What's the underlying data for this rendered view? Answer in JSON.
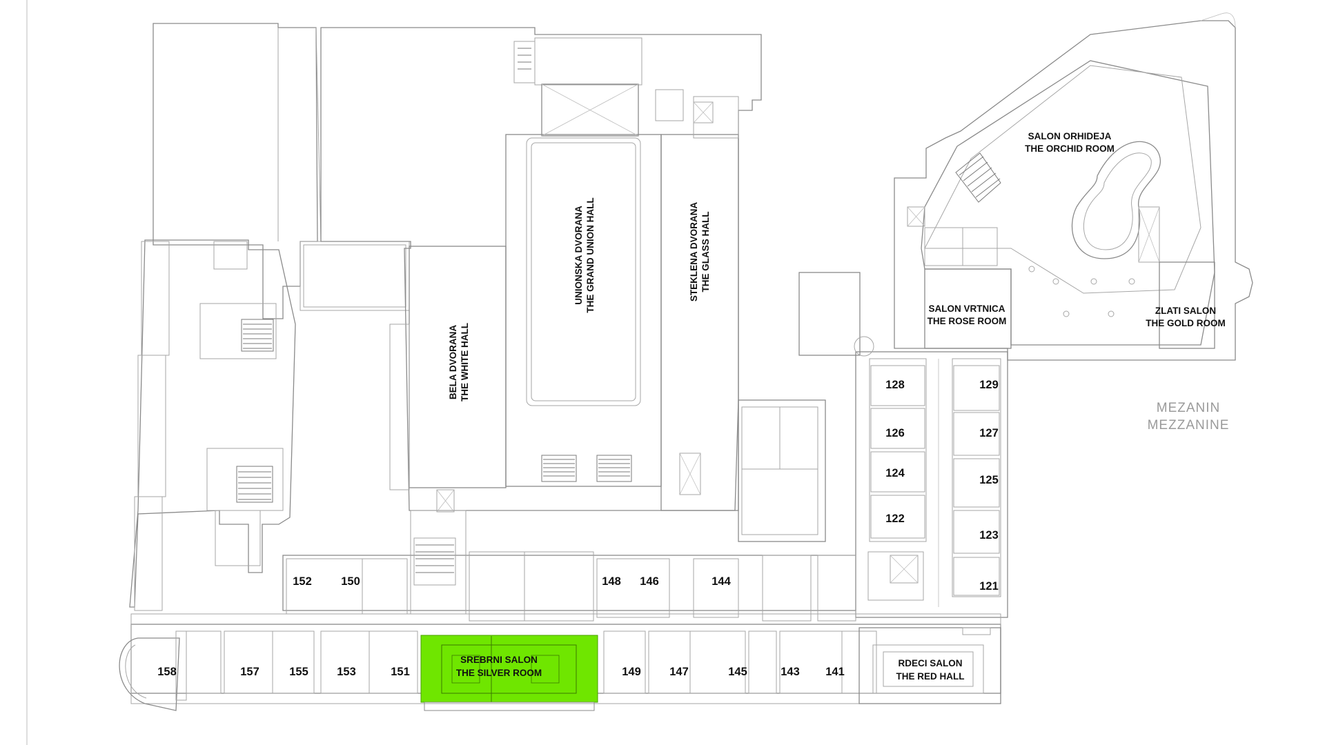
{
  "floor_label": {
    "line1": "MEZANIN",
    "line2": "MEZZANINE"
  },
  "highlight_color": "#6fe600",
  "halls": [
    {
      "id": "white-hall",
      "line1": "BELA DVORANA",
      "line2": "THE WHITE HALL"
    },
    {
      "id": "grand-union-hall",
      "line1": "UNIONSKA DVORANA",
      "line2": "THE GRAND UNION HALL"
    },
    {
      "id": "glass-hall",
      "line1": "STEKLENA DVORANA",
      "line2": "THE GLASS HALL"
    },
    {
      "id": "orchid-room",
      "line1": "SALON ORHIDEJA",
      "line2": "THE ORCHID ROOM"
    },
    {
      "id": "rose-room",
      "line1": "SALON VRTNICA",
      "line2": "THE ROSE ROOM"
    },
    {
      "id": "gold-room",
      "line1": "ZLATI SALON",
      "line2": "THE GOLD ROOM"
    },
    {
      "id": "silver-room",
      "line1": "SREBRNI SALON",
      "line2": "THE SILVER ROOM"
    },
    {
      "id": "red-hall",
      "line1": "RDECI SALON",
      "line2": "THE RED HALL"
    }
  ],
  "rooms": [
    "128",
    "129",
    "126",
    "127",
    "124",
    "125",
    "122",
    "123",
    "121",
    "152",
    "150",
    "148",
    "146",
    "144",
    "158",
    "157",
    "155",
    "153",
    "151",
    "149",
    "147",
    "145",
    "143",
    "141"
  ]
}
